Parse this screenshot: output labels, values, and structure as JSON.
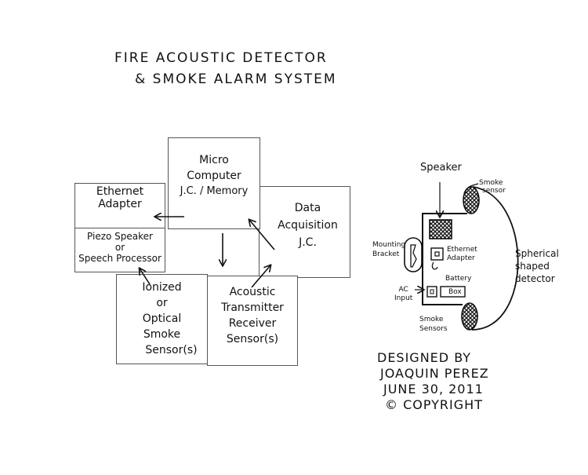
{
  "title": {
    "line1": "FIRE ACOUSTIC DETECTOR",
    "line2": "& SMOKE ALARM SYSTEM"
  },
  "block_diagram": {
    "micro_computer": [
      "Micro",
      "Computer",
      "J.C. / Memory"
    ],
    "ethernet_adapter": [
      "Ethernet",
      "Adapter"
    ],
    "piezo_speaker": [
      "Piezo Speaker",
      "or",
      "Speech Processor"
    ],
    "data_acquisition": [
      "Data",
      "Acquisition",
      "J.C."
    ],
    "smoke_sensor": [
      "Ionized",
      "or",
      "Optical",
      "Smoke",
      "Sensor(s)"
    ],
    "acoustic_sensor": [
      "Acoustic",
      "Transmitter",
      "Receiver",
      "Sensor(s)"
    ],
    "connections": [
      {
        "from": "micro_computer",
        "to": "ethernet_adapter"
      },
      {
        "from": "micro_computer",
        "to": "acoustic_sensor"
      },
      {
        "from": "data_acquisition",
        "to": "micro_computer"
      },
      {
        "from": "acoustic_sensor",
        "to": "data_acquisition"
      },
      {
        "from": "smoke_sensor",
        "to": "piezo_speaker"
      }
    ]
  },
  "device_sketch": {
    "speaker": "Speaker",
    "smoke_sensor_top": [
      "Smoke",
      "sensor"
    ],
    "smoke_sensor_bottom": [
      "Smoke",
      "Sensors"
    ],
    "mounting_bracket": [
      "Mounting",
      "Bracket"
    ],
    "ethernet_adapter": [
      "Ethernet",
      "Adapter"
    ],
    "battery": "Battery",
    "battery_box": "Box",
    "ac_input": [
      "AC",
      "Input"
    ],
    "spherical": [
      "Spherical",
      "shaped",
      "detector"
    ]
  },
  "credits": {
    "line1": "DESIGNED BY",
    "line2": "JOAQUIN PEREZ",
    "line3": "JUNE 30, 2011",
    "line4": "© COPYRIGHT"
  }
}
